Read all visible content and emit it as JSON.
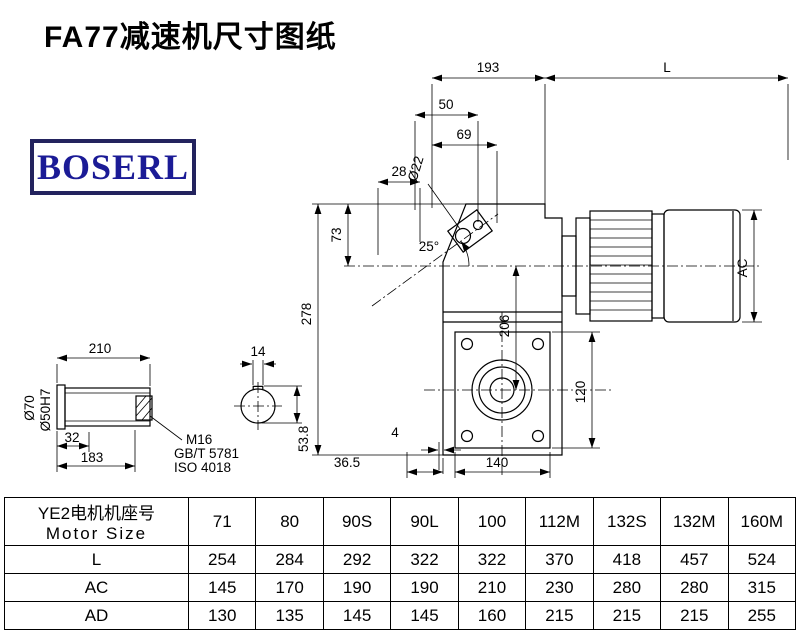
{
  "page": {
    "title": "FA77减速机尺寸图纸",
    "logo": "BOSERL"
  },
  "drawing": {
    "dims": {
      "d193": "193",
      "dL": "L",
      "d50": "50",
      "d69": "69",
      "d28": "28",
      "dia22": "Ø22",
      "a25": "25°",
      "d73": "73",
      "d278": "278",
      "d206": "206",
      "dAC": "AC",
      "d120": "120",
      "d4": "4",
      "d36_5": "36.5",
      "d140": "140",
      "d210": "210",
      "d14": "14",
      "d53_8": "53.8",
      "dia70": "Ø70",
      "dia50": "Ø50H7",
      "d32": "32",
      "d183": "183",
      "m16": "M16",
      "gbt": "GB/T 5781",
      "iso": "ISO 4018"
    }
  },
  "table": {
    "header": {
      "line1": "YE2电机机座号",
      "line2": "Motor Size"
    },
    "columns": [
      "71",
      "80",
      "90S",
      "90L",
      "100",
      "112M",
      "132S",
      "132M",
      "160M"
    ],
    "rows": [
      {
        "label": "L",
        "values": [
          "254",
          "284",
          "292",
          "322",
          "322",
          "370",
          "418",
          "457",
          "524"
        ]
      },
      {
        "label": "AC",
        "values": [
          "145",
          "170",
          "190",
          "190",
          "210",
          "230",
          "280",
          "280",
          "315"
        ]
      },
      {
        "label": "AD",
        "values": [
          "130",
          "135",
          "145",
          "145",
          "160",
          "215",
          "215",
          "215",
          "255"
        ]
      }
    ]
  }
}
